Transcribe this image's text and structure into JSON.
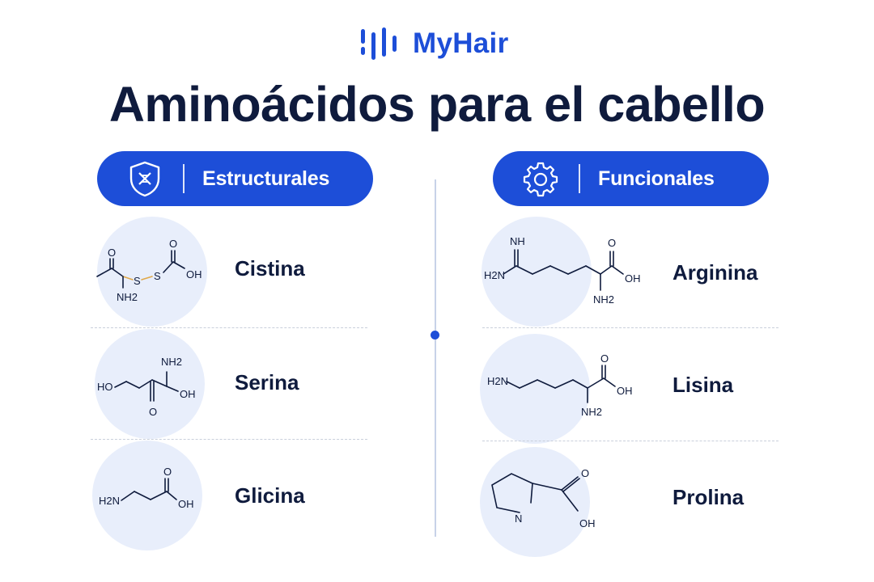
{
  "brand": {
    "name": "MyHair",
    "icon": "sound-bars-icon",
    "color": "#1d4ed8"
  },
  "title": "Aminoácidos para el cabello",
  "columns": [
    {
      "label": "Estructurales",
      "icon": "shield-dna-icon",
      "items": [
        {
          "name": "Cistina",
          "atoms": [
            "O",
            "S",
            "S",
            "O",
            "OH",
            "NH2"
          ]
        },
        {
          "name": "Serina",
          "atoms": [
            "HO",
            "NH2",
            "OH",
            "O"
          ]
        },
        {
          "name": "Glicina",
          "atoms": [
            "H2N",
            "O",
            "OH"
          ]
        }
      ]
    },
    {
      "label": "Funcionales",
      "icon": "gear-icon",
      "items": [
        {
          "name": "Arginina",
          "atoms": [
            "NH",
            "H2N",
            "O",
            "OH",
            "NH2"
          ]
        },
        {
          "name": "Lisina",
          "atoms": [
            "H2N",
            "O",
            "OH",
            "NH2"
          ]
        },
        {
          "name": "Prolina",
          "atoms": [
            "N",
            "O",
            "OH"
          ]
        }
      ]
    }
  ],
  "colors": {
    "accent": "#1d4ed8",
    "text": "#0f1b3d",
    "circle": "#e8eefb",
    "bond_ss": "#e0a84a"
  }
}
